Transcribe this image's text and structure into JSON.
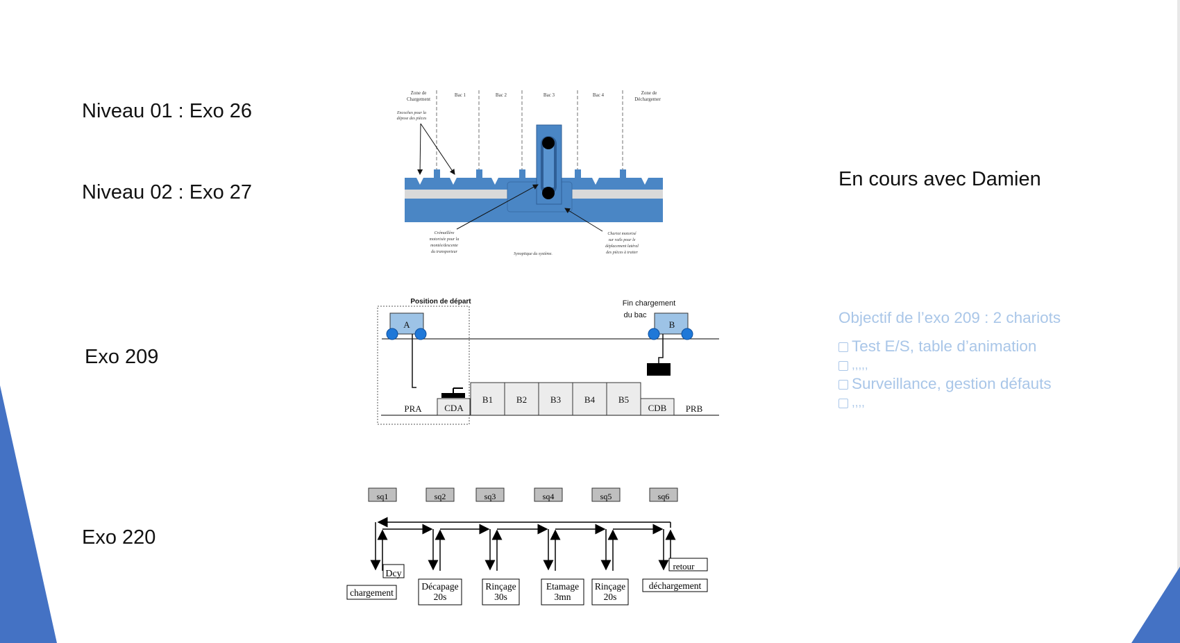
{
  "slide": {
    "niveau01": "Niveau 01 : Exo 26",
    "niveau02": "Niveau 02 : Exo 27",
    "exo209": "Exo 209",
    "exo220": "Exo 220",
    "status": "En cours avec Damien",
    "objective": {
      "title": "Objectif de l’exo 209 : 2 chariots",
      "items": [
        "Test E/S, table d’animation",
        ",,,,,",
        "Surveillance, gestion défauts",
        ",,,,"
      ]
    },
    "colors": {
      "accent": "#4472c4",
      "objective_text": "#a9c6e8",
      "chariot": "#9dc3e6",
      "rail": "#4a86c5"
    }
  },
  "synoptique": {
    "zone_chargement": [
      "Zone de",
      "Chargement"
    ],
    "bac1": "Bac 1",
    "bac2": "Bac 2",
    "bac3": "Bac 3",
    "bac4": "Bac 4",
    "zone_dechargement": [
      "Zone de",
      "Déchargemer"
    ],
    "encoches": [
      "Encoches pour la",
      "dépose des pièces"
    ],
    "cremaillere": [
      "Crémaillère",
      "motorisée pour la",
      "montée/descente",
      "du transporteur"
    ],
    "caption": "Synoptique du système.",
    "chariot": [
      "Chariot motorisé",
      "sur rails pour le",
      "déplacement latéral",
      "des pièces à traiter"
    ]
  },
  "exo209_diagram": {
    "position_depart": "Position de départ",
    "fin_chargement": [
      "Fin chargement",
      "du bac"
    ],
    "chariot_a": "A",
    "chariot_b": "B",
    "pra": "PRA",
    "cda": "CDA",
    "bacs": [
      "B1",
      "B2",
      "B3",
      "B4",
      "B5"
    ],
    "cdb": "CDB",
    "prb": "PRB"
  },
  "exo220_diagram": {
    "sensors": [
      "sq1",
      "sq2",
      "sq3",
      "sq4",
      "sq5",
      "sq6"
    ],
    "dcy": "Dcy",
    "retour": "retour",
    "steps": [
      [
        "chargement"
      ],
      [
        "Décapage",
        "20s"
      ],
      [
        "Rinçage",
        "30s"
      ],
      [
        "Etamage",
        "3mn"
      ],
      [
        "Rinçage",
        "20s"
      ],
      [
        "déchargement"
      ]
    ]
  }
}
